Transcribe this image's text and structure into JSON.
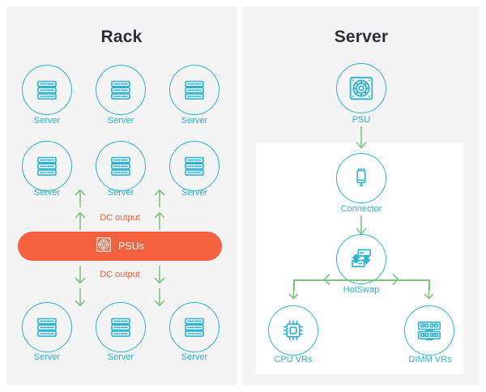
{
  "panels": {
    "left": {
      "title": "Rack",
      "servers_top": [
        {
          "label": "Server",
          "icon": "server-rack-icon"
        },
        {
          "label": "Server",
          "icon": "server-rack-icon"
        },
        {
          "label": "Server",
          "icon": "server-rack-icon"
        }
      ],
      "servers_mid": [
        {
          "label": "Server",
          "icon": "server-rack-icon"
        },
        {
          "label": "Server",
          "icon": "server-rack-icon"
        },
        {
          "label": "Server",
          "icon": "server-rack-icon"
        }
      ],
      "servers_bottom": [
        {
          "label": "Server",
          "icon": "server-rack-icon"
        },
        {
          "label": "Server",
          "icon": "server-rack-icon"
        },
        {
          "label": "Server",
          "icon": "server-rack-icon"
        }
      ],
      "psu_bar": {
        "label": "PSUs",
        "icon": "psu-fan-icon"
      },
      "flow_label_up": "DC output",
      "flow_label_down": "DC output"
    },
    "right": {
      "title": "Server",
      "nodes": [
        {
          "label": "PSU",
          "icon": "psu-fan-icon"
        },
        {
          "label": "Connector",
          "icon": "connector-icon"
        },
        {
          "label": "HotSwap",
          "icon": "hotswap-icon"
        },
        {
          "label": "CPU VRs",
          "icon": "cpu-chip-icon"
        },
        {
          "label": "DIMM VRs",
          "icon": "dimm-memory-icon"
        }
      ]
    }
  },
  "colors": {
    "accent_teal": "#2bb3d1",
    "accent_orange": "#f4613e",
    "accent_green": "#7bc67e",
    "panel_bg": "#f4f4f4",
    "title_text": "#2b2f33"
  }
}
